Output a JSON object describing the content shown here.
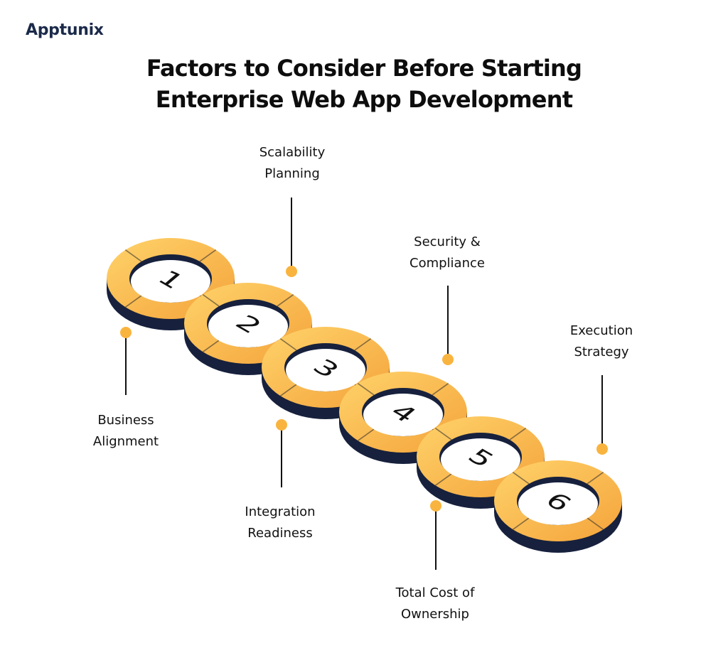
{
  "brand": {
    "logo_text": "Apptunix"
  },
  "title": {
    "line1": "Factors to Consider Before Starting",
    "line2": "Enterprise Web App Development"
  },
  "steps": [
    {
      "number": "1",
      "label_line1": "Business",
      "label_line2": "Alignment"
    },
    {
      "number": "2",
      "label_line1": "Scalability",
      "label_line2": "Planning"
    },
    {
      "number": "3",
      "label_line1": "Integration",
      "label_line2": "Readiness"
    },
    {
      "number": "4",
      "label_line1": "Security &",
      "label_line2": "Compliance"
    },
    {
      "number": "5",
      "label_line1": "Total Cost of",
      "label_line2": "Ownership"
    },
    {
      "number": "6",
      "label_line1": "Execution",
      "label_line2": "Strategy"
    }
  ],
  "colors": {
    "ring_light": "#ffd36b",
    "ring_dark": "#f4a33a",
    "ring_base": "#17213d",
    "dot": "#f9b43f",
    "connector": "#111111",
    "brand": "#1b2a4a"
  }
}
